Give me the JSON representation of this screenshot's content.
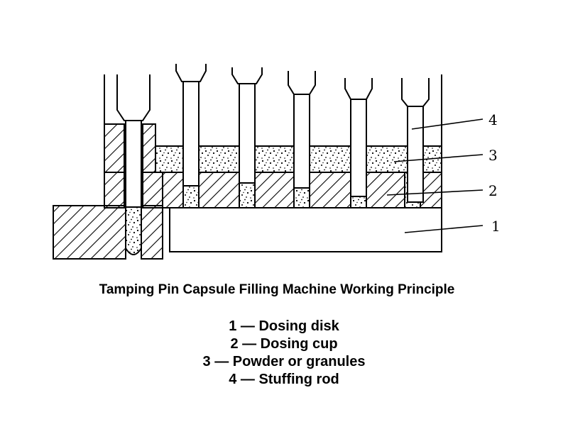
{
  "title": "Tamping Pin Capsule Filling Machine Working Principle",
  "legend": [
    "1 — Dosing disk",
    "2 — Dosing cup",
    "3 — Powder or granules",
    "4 — Stuffing rod"
  ],
  "callouts": [
    "1",
    "2",
    "3",
    "4"
  ]
}
